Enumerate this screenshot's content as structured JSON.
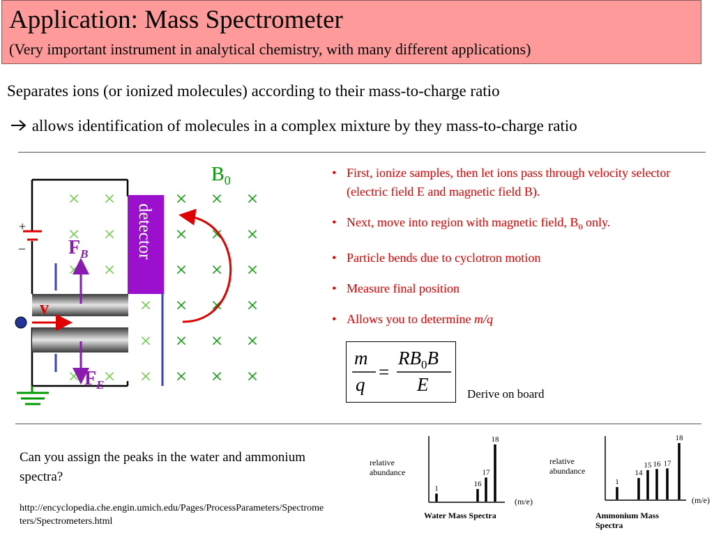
{
  "header": {
    "title": "Application:  Mass Spectrometer",
    "subtitle": "(Very important instrument in analytical chemistry, with many different applications)"
  },
  "intro": {
    "line1": "Separates ions (or ionized molecules) according to their mass-to-charge ratio",
    "arrow_icon": "right-arrow",
    "line2": "allows identification of molecules in a complex mixture by they mass-to-charge ratio"
  },
  "diagram": {
    "field_label": "B",
    "field_sub": "0",
    "cross_symbol": "×",
    "detector_label": "detector",
    "plus": "+",
    "minus": "–",
    "fb": "F",
    "fb_sub": "B",
    "fe": "F",
    "fe_sub": "E",
    "v": "v",
    "colors": {
      "detector": "#9a10cc",
      "arrow": "#e00000",
      "cross_green": "#009900",
      "cross_light": "#66cc44",
      "plate_blue": "#3344bb",
      "force": "#8a1ab0"
    }
  },
  "bullets": {
    "b1": "First, ionize samples, then let ions pass through velocity selector (electric field E and magnetic field B).",
    "b2_pre": "Next, move into region with magnetic field, B",
    "b2_sub": "0",
    "b2_post": " only.",
    "b3": "Particle bends due to cyclotron motion",
    "b4": "Measure final position",
    "b5_pre": "Allows you to determine ",
    "b5_em": "m/q"
  },
  "formula": {
    "m": "m",
    "q": "q",
    "eq": "=",
    "rb": "RB",
    "sub0": "0",
    "b": "B",
    "e": "E"
  },
  "derive": "Derive on board",
  "question": "Can you assign the peaks in the water and ammonium spectra?",
  "url": "http://encyclopedia.che.engin.umich.edu/Pages/ProcessParameters/Spectrometers/Spectrometers.html",
  "water_spectrum": {
    "ylabel_line1": "relative",
    "ylabel_line2": "abundance",
    "xlabel": "(m/e)",
    "title": "Water Mass Spectra",
    "peaks": [
      {
        "label": "1",
        "height": 0.14
      },
      {
        "label": "16",
        "height": 0.22
      },
      {
        "label": "17",
        "height": 0.42
      },
      {
        "label": "18",
        "height": 1.0
      }
    ]
  },
  "ammonium_spectrum": {
    "ylabel_line1": "relative",
    "ylabel_line2": "abundance",
    "xlabel": "(m/e)",
    "title_line1": "Ammonium Mass",
    "title_line2": "Spectra",
    "peaks": [
      {
        "label": "1",
        "height": 0.22
      },
      {
        "label": "14",
        "height": 0.38
      },
      {
        "label": "15",
        "height": 0.52
      },
      {
        "label": "16",
        "height": 0.54
      },
      {
        "label": "17",
        "height": 0.55
      },
      {
        "label": "18",
        "height": 1.0
      }
    ]
  }
}
